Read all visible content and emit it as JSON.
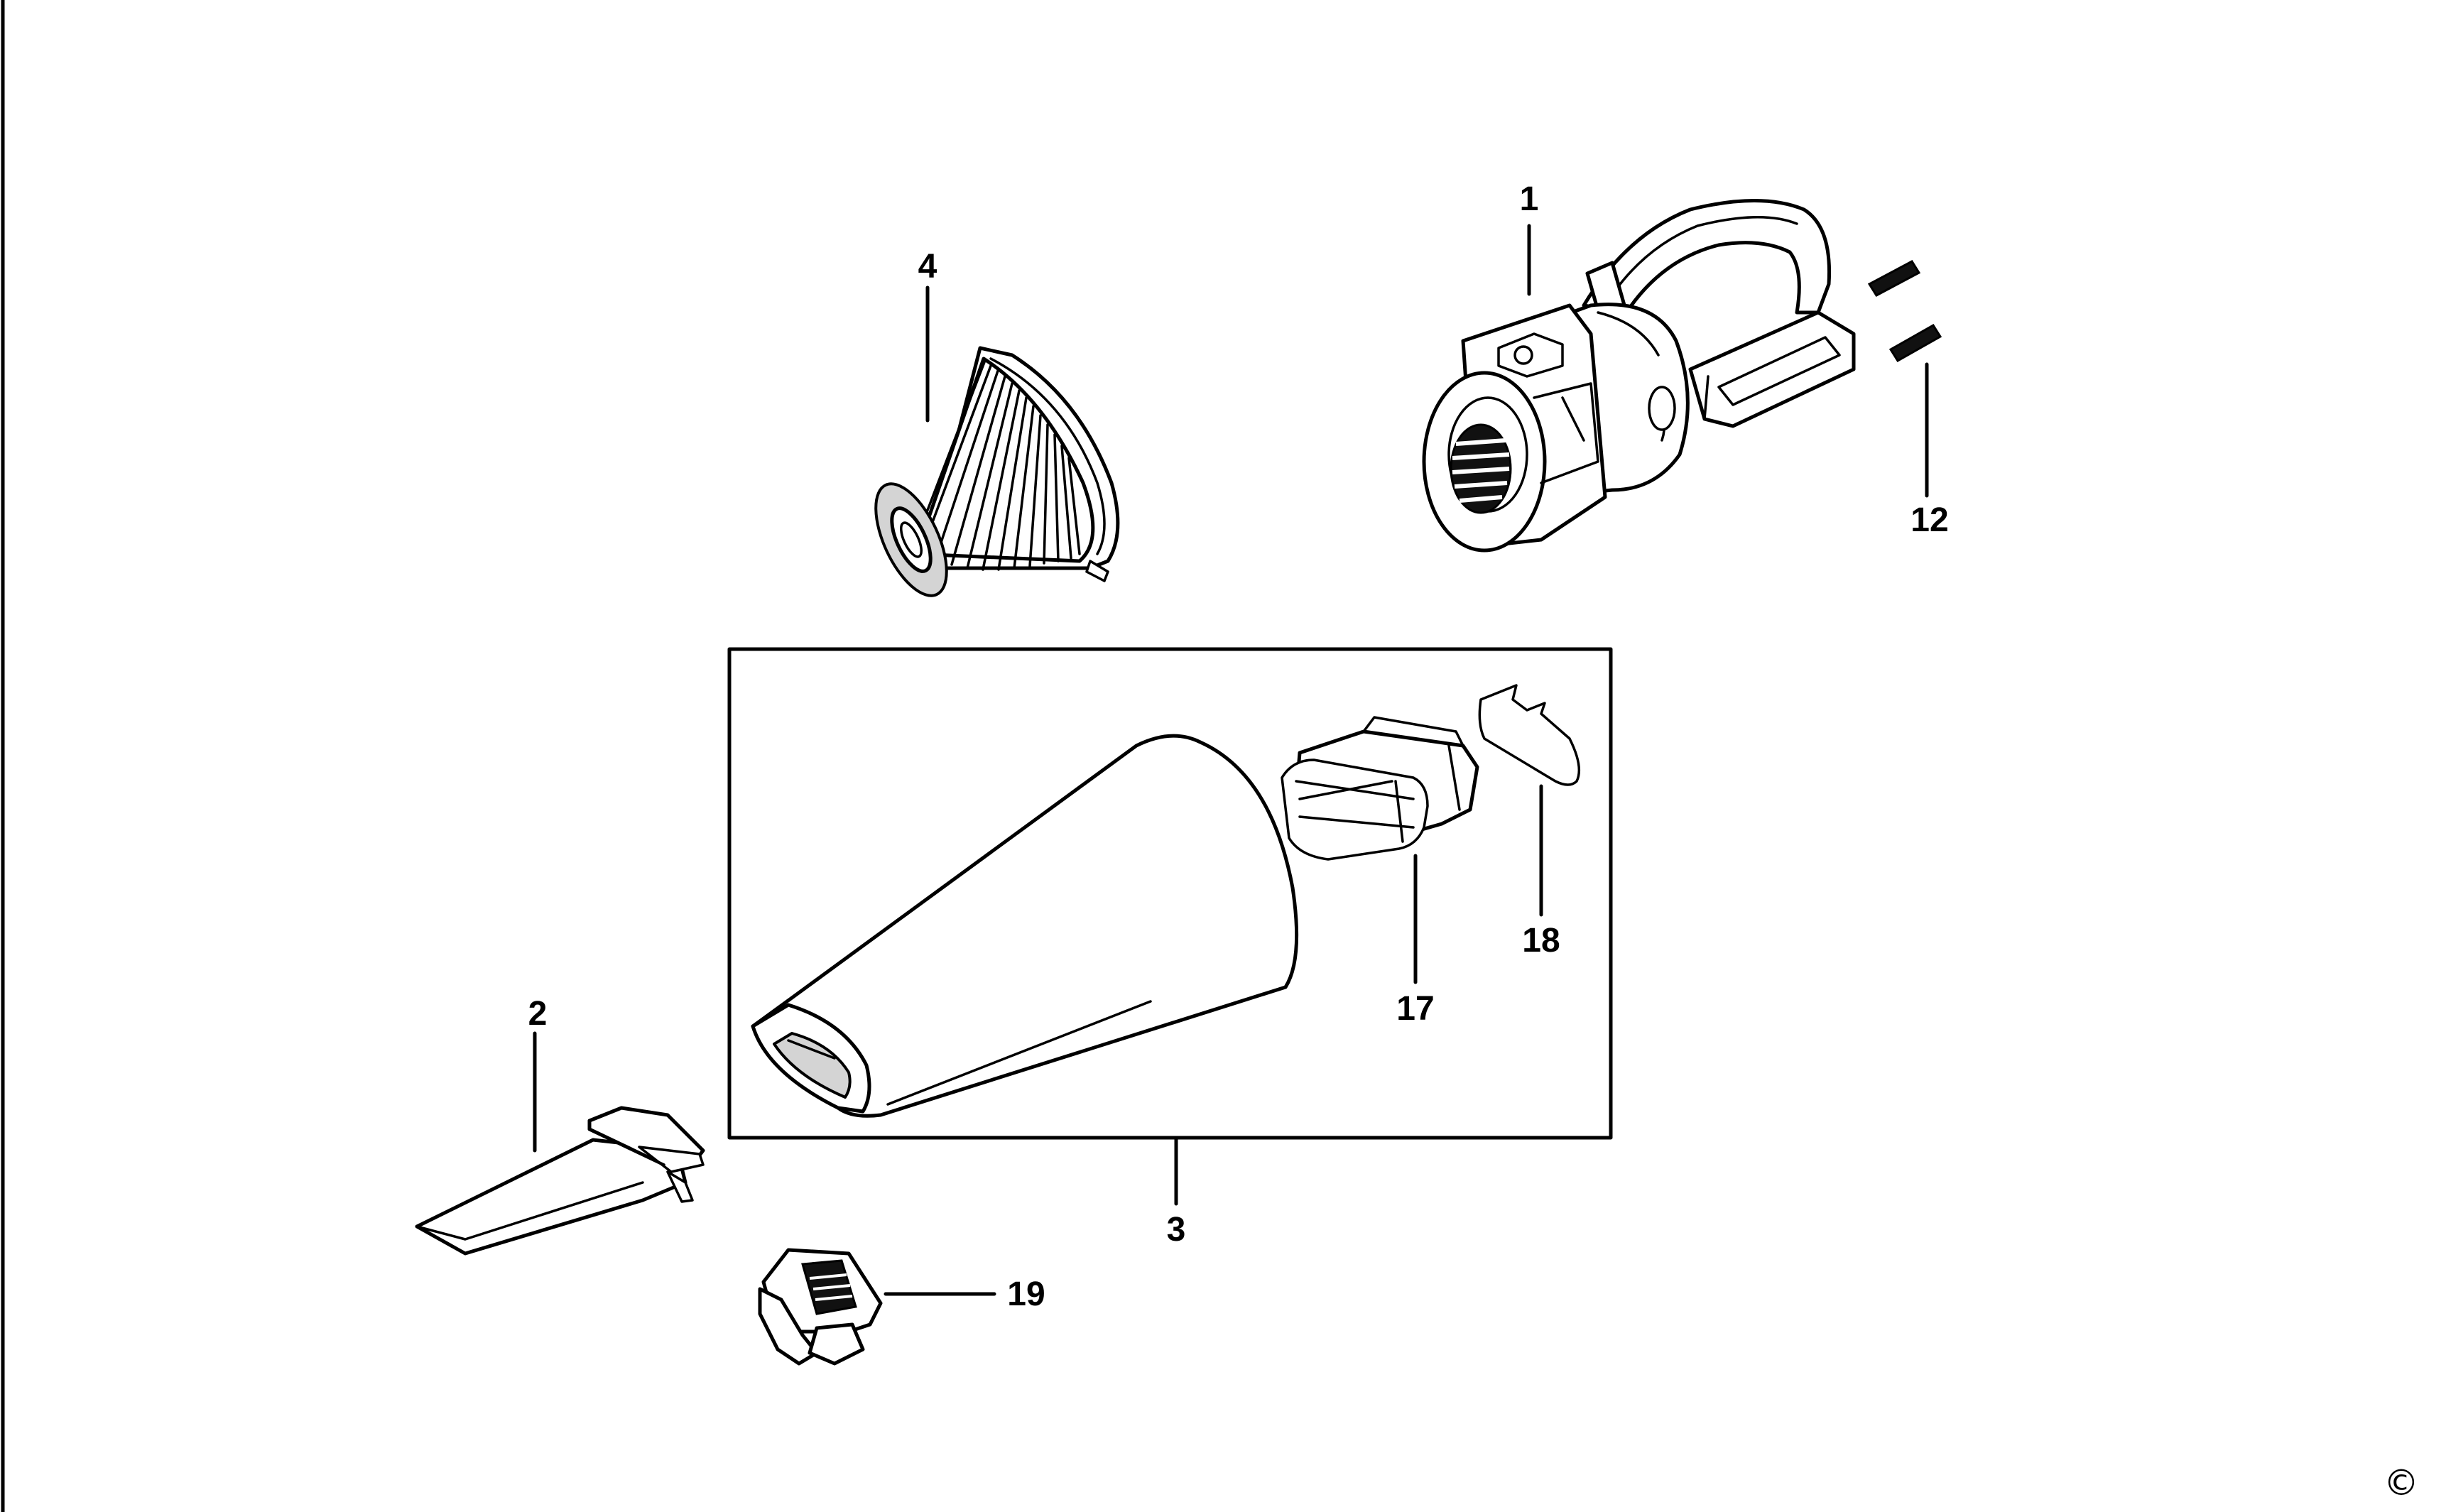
{
  "diagram": {
    "callouts": {
      "part_1": "1",
      "part_2": "2",
      "part_3": "3",
      "part_4": "4",
      "part_12": "12",
      "part_17": "17",
      "part_18": "18",
      "part_19": "19"
    },
    "copyright_symbol": "©"
  }
}
